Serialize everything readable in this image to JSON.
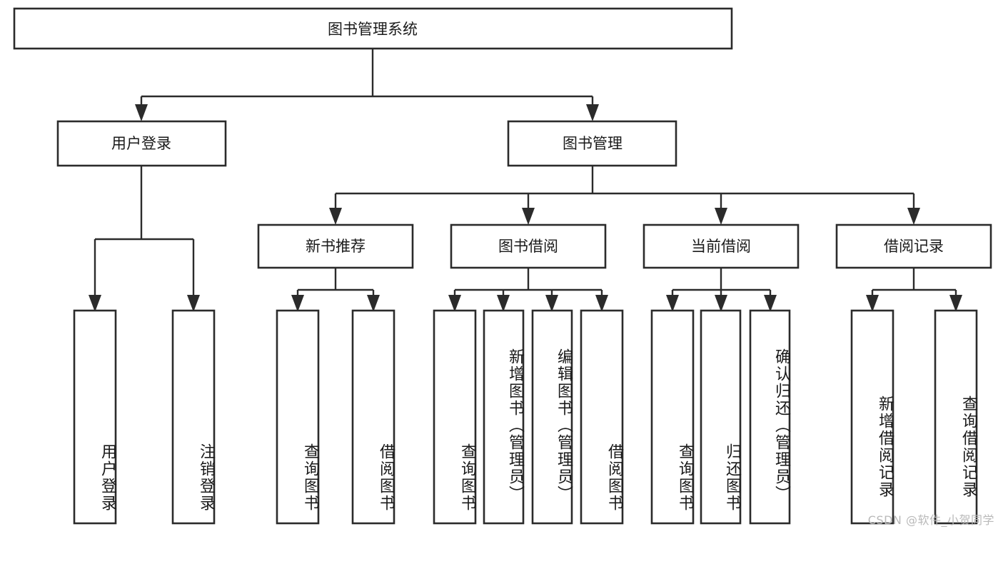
{
  "diagram": {
    "type": "tree",
    "title": "图书管理系统",
    "watermark": "CSDN @软件_小贺同学",
    "nodes": {
      "root": {
        "label": "图书管理系统",
        "level": 1
      },
      "l2_user": {
        "label": "用户登录",
        "level": 2
      },
      "l2_book": {
        "label": "图书管理",
        "level": 2
      },
      "l3_new": {
        "label": "新书推荐",
        "level": 3
      },
      "l3_borrow": {
        "label": "图书借阅",
        "level": 3
      },
      "l3_current": {
        "label": "当前借阅",
        "level": 3
      },
      "l3_record": {
        "label": "借阅记录",
        "level": 3
      },
      "l4_user_login": {
        "label": "用户登录",
        "level": 4,
        "orientation": "vertical"
      },
      "l4_user_logout": {
        "label": "注销登录",
        "level": 4,
        "orientation": "vertical"
      },
      "l4_new_query": {
        "label": "查询图书",
        "level": 4,
        "orientation": "vertical"
      },
      "l4_new_borrow": {
        "label": "借阅图书",
        "level": 4,
        "orientation": "vertical"
      },
      "l4_borrow_query": {
        "label": "查询图书",
        "level": 4,
        "orientation": "vertical"
      },
      "l4_borrow_add": {
        "label": "新增图书（管理员）",
        "level": 4,
        "orientation": "vertical"
      },
      "l4_borrow_edit": {
        "label": "编辑图书（管理员）",
        "level": 4,
        "orientation": "vertical"
      },
      "l4_borrow_lend": {
        "label": "借阅图书",
        "level": 4,
        "orientation": "vertical"
      },
      "l4_cur_query": {
        "label": "查询图书",
        "level": 4,
        "orientation": "vertical"
      },
      "l4_cur_return": {
        "label": "归还图书",
        "level": 4,
        "orientation": "vertical"
      },
      "l4_cur_confirm": {
        "label": "确认归还（管理员）",
        "level": 4,
        "orientation": "vertical"
      },
      "l4_rec_add": {
        "label": "新增借阅记录",
        "level": 4,
        "orientation": "vertical"
      },
      "l4_rec_query": {
        "label": "查询借阅记录",
        "level": 4,
        "orientation": "vertical"
      }
    },
    "edges": [
      {
        "from": "root",
        "to": "l2_user"
      },
      {
        "from": "root",
        "to": "l2_book"
      },
      {
        "from": "l2_user",
        "to": "l4_user_login"
      },
      {
        "from": "l2_user",
        "to": "l4_user_logout"
      },
      {
        "from": "l2_book",
        "to": "l3_new"
      },
      {
        "from": "l2_book",
        "to": "l3_borrow"
      },
      {
        "from": "l2_book",
        "to": "l3_current"
      },
      {
        "from": "l2_book",
        "to": "l3_record"
      },
      {
        "from": "l3_new",
        "to": "l4_new_query"
      },
      {
        "from": "l3_new",
        "to": "l4_new_borrow"
      },
      {
        "from": "l3_borrow",
        "to": "l4_borrow_query"
      },
      {
        "from": "l3_borrow",
        "to": "l4_borrow_add"
      },
      {
        "from": "l3_borrow",
        "to": "l4_borrow_edit"
      },
      {
        "from": "l3_borrow",
        "to": "l4_borrow_lend"
      },
      {
        "from": "l3_current",
        "to": "l4_cur_query"
      },
      {
        "from": "l3_current",
        "to": "l4_cur_return"
      },
      {
        "from": "l3_current",
        "to": "l4_cur_confirm"
      },
      {
        "from": "l3_record",
        "to": "l4_rec_add"
      },
      {
        "from": "l3_record",
        "to": "l4_rec_query"
      }
    ],
    "colors": {
      "stroke": "#2b2b2b",
      "fill": "#ffffff",
      "text": "#1a1a1a",
      "watermark": "#b9b9b9"
    }
  }
}
